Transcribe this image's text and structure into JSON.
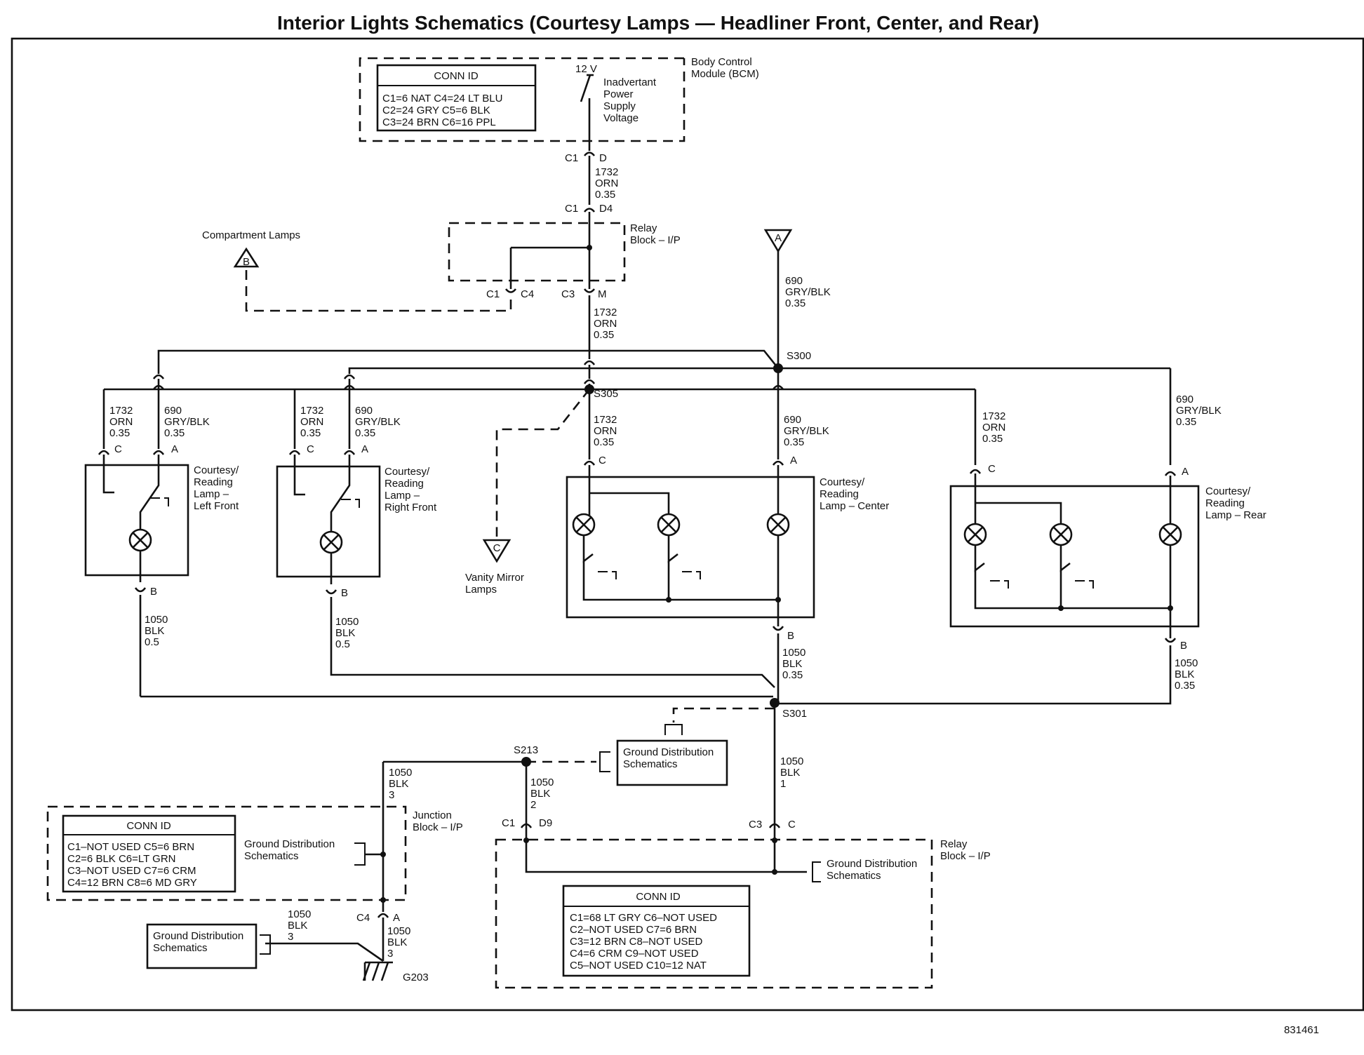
{
  "title": "Interior Lights Schematics (Courtesy Lamps — Headliner Front, Center, and Rear)",
  "figure_number": "831461",
  "bcm": {
    "label_line1": "Body Control",
    "label_line2": "Module (BCM)",
    "voltage": "12 V",
    "inadvertant_label": [
      "Inadvertant",
      "Power",
      "Supply",
      "Voltage"
    ],
    "conn_id_header": "CONN ID",
    "conn_rows": [
      "C1=6 NAT   C4=24 LT BLU",
      "C2=24 GRY  C5=6 BLK",
      "C3=24 BRN  C6=16 PPL"
    ]
  },
  "relay_block_top": {
    "label_line1": "Relay",
    "label_line2": "Block – I/P"
  },
  "compartment_lamps": {
    "label": "Compartment Lamps",
    "ref": "B"
  },
  "vanity_mirror_lamps": {
    "label_line1": "Vanity Mirror",
    "label_line2": "Lamps",
    "ref": "C"
  },
  "offpage_a": {
    "ref": "A"
  },
  "connectors": {
    "c1_d": [
      "C1",
      "D"
    ],
    "c1_d4": [
      "C1",
      "D4"
    ],
    "c1_c4": [
      "C1",
      "C4"
    ],
    "c3_m": [
      "C3",
      "M"
    ],
    "c1_d9": [
      "C1",
      "D9"
    ],
    "c3_c": [
      "C3",
      "C"
    ],
    "c4_a": [
      "C4",
      "A"
    ]
  },
  "wires": {
    "orn_top1": [
      "1732",
      "ORN",
      "0.35"
    ],
    "orn_top2": [
      "1732",
      "ORN",
      "0.35"
    ],
    "gry_a": [
      "690",
      "GRY/BLK",
      "0.35"
    ],
    "lf_orn": [
      "1732",
      "ORN",
      "0.35"
    ],
    "lf_gry": [
      "690",
      "GRY/BLK",
      "0.35"
    ],
    "rf_orn": [
      "1732",
      "ORN",
      "0.35"
    ],
    "rf_gry": [
      "690",
      "GRY/BLK",
      "0.35"
    ],
    "ctr_orn": [
      "1732",
      "ORN",
      "0.35"
    ],
    "ctr_gry": [
      "690",
      "GRY/BLK",
      "0.35"
    ],
    "rear_orn": [
      "1732",
      "ORN",
      "0.35"
    ],
    "rear_gry": [
      "690",
      "GRY/BLK",
      "0.35"
    ],
    "lf_blk": [
      "1050",
      "BLK",
      "0.5"
    ],
    "rf_blk": [
      "1050",
      "BLK",
      "0.5"
    ],
    "ctr_blk": [
      "1050",
      "BLK",
      "0.35"
    ],
    "rear_blk": [
      "1050",
      "BLK",
      "0.35"
    ],
    "s301_down": [
      "1050",
      "BLK",
      "1"
    ],
    "s213_left": [
      "1050",
      "BLK",
      "3"
    ],
    "s213_down": [
      "1050",
      "BLK",
      "2"
    ],
    "c4_down": [
      "1050",
      "BLK",
      "3"
    ],
    "g203_left": [
      "1050",
      "BLK",
      "3"
    ]
  },
  "splices": {
    "s300": "S300",
    "s305": "S305",
    "s301": "S301",
    "s213": "S213",
    "g203": "G203"
  },
  "lamps": {
    "left_front": {
      "label": [
        "Courtesy/",
        "Reading",
        "Lamp –",
        "Left Front"
      ],
      "pins": [
        "C",
        "A",
        "B"
      ]
    },
    "right_front": {
      "label": [
        "Courtesy/",
        "Reading",
        "Lamp –",
        "Right Front"
      ],
      "pins": [
        "C",
        "A",
        "B"
      ]
    },
    "center": {
      "label": [
        "Courtesy/",
        "Reading",
        "Lamp – Center"
      ],
      "pins": [
        "C",
        "A",
        "B"
      ]
    },
    "rear": {
      "label": [
        "Courtesy/",
        "Reading",
        "Lamp – Rear"
      ],
      "pins": [
        "C",
        "A",
        "B"
      ]
    }
  },
  "ground_dist": {
    "label_line1": "Ground Distribution",
    "label_line2": "Schematics"
  },
  "junction_block": {
    "label_line1": "Junction",
    "label_line2": "Block – I/P",
    "conn_id_header": "CONN ID",
    "conn_rows": [
      "C1–NOT USED  C5=6 BRN",
      "C2=6 BLK        C6=LT GRN",
      "C3–NOT USED  C7=6 CRM",
      "C4=12 BRN       C8=6 MD GRY"
    ]
  },
  "relay_block_bottom": {
    "label_line1": "Relay",
    "label_line2": "Block – I/P",
    "conn_id_header": "CONN ID",
    "conn_rows": [
      "C1=68 LT GRY     C6–NOT USED",
      "C2–NOT USED     C7=6 BRN",
      "C3=12 BRN          C8–NOT USED",
      "C4=6 CRM            C9–NOT USED",
      "C5–NOT USED     C10=12 NAT"
    ]
  }
}
